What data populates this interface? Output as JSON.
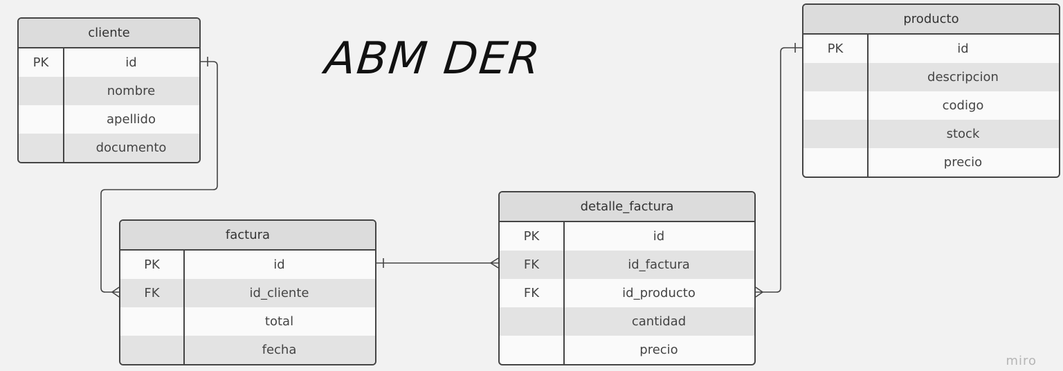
{
  "diagram": {
    "title": "ABM DER",
    "watermark": "miro",
    "entities": {
      "cliente": {
        "name": "cliente",
        "rows": [
          {
            "key": "PK",
            "field": "id"
          },
          {
            "key": "",
            "field": "nombre"
          },
          {
            "key": "",
            "field": "apellido"
          },
          {
            "key": "",
            "field": "documento"
          }
        ]
      },
      "factura": {
        "name": "factura",
        "rows": [
          {
            "key": "PK",
            "field": "id"
          },
          {
            "key": "FK",
            "field": "id_cliente"
          },
          {
            "key": "",
            "field": "total"
          },
          {
            "key": "",
            "field": "fecha"
          }
        ]
      },
      "detalle_factura": {
        "name": "detalle_factura",
        "rows": [
          {
            "key": "PK",
            "field": "id"
          },
          {
            "key": "FK",
            "field": "id_factura"
          },
          {
            "key": "FK",
            "field": "id_producto"
          },
          {
            "key": "",
            "field": "cantidad"
          },
          {
            "key": "",
            "field": "precio"
          }
        ]
      },
      "producto": {
        "name": "producto",
        "rows": [
          {
            "key": "PK",
            "field": "id"
          },
          {
            "key": "",
            "field": "descripcion"
          },
          {
            "key": "",
            "field": "codigo"
          },
          {
            "key": "",
            "field": "stock"
          },
          {
            "key": "",
            "field": "precio"
          }
        ]
      }
    },
    "colors": {
      "background": "#f2f2f2",
      "header": "#dcdcdc",
      "row_alt": "#e3e3e3",
      "border": "#444444",
      "watermark": "#b5b5b5"
    }
  }
}
